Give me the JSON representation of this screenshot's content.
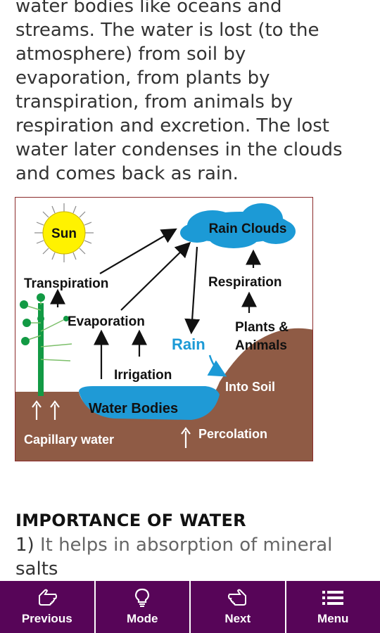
{
  "article": {
    "paragraph_lines": [
      "water bodies like oceans and",
      "streams. The water is lost (to the",
      "atmosphere) from soil by",
      "evaporation, from plants by",
      "transpiration, from animals by",
      "respiration and excretion. The lost",
      "water later condenses in the clouds",
      "and comes back as rain."
    ],
    "heading": "IMPORTANCE OF WATER",
    "item_number": "1)",
    "item_text_1": "It helps in absorption of mineral",
    "item_text_2": "salts"
  },
  "diagram": {
    "sun": "Sun",
    "rain_clouds": "Rain Clouds",
    "transpiration": "Transpiration",
    "respiration": "Respiration",
    "evaporation": "Evaporation",
    "plants_animals_1": "Plants &",
    "plants_animals_2": "Animals",
    "rain": "Rain",
    "irrigation": "Irrigation",
    "into_soil": "Into Soil",
    "water_bodies": "Water Bodies",
    "capillary_water": "Capillary water",
    "percolation": "Percolation",
    "colors": {
      "sun": "#fff200",
      "cloud": "#1c9ad6",
      "water": "#1f9ad6",
      "soil": "#8f5b45",
      "tree": "#129a44",
      "rain_text": "#1c9ad6",
      "frame": "#8b2b2b"
    }
  },
  "bottom_nav": {
    "previous": "Previous",
    "mode": "Mode",
    "next": "Next",
    "menu": "Menu",
    "icons": [
      "hand-left-icon",
      "lightbulb-icon",
      "hand-right-icon",
      "menu-list-icon"
    ],
    "background": "#570558"
  }
}
